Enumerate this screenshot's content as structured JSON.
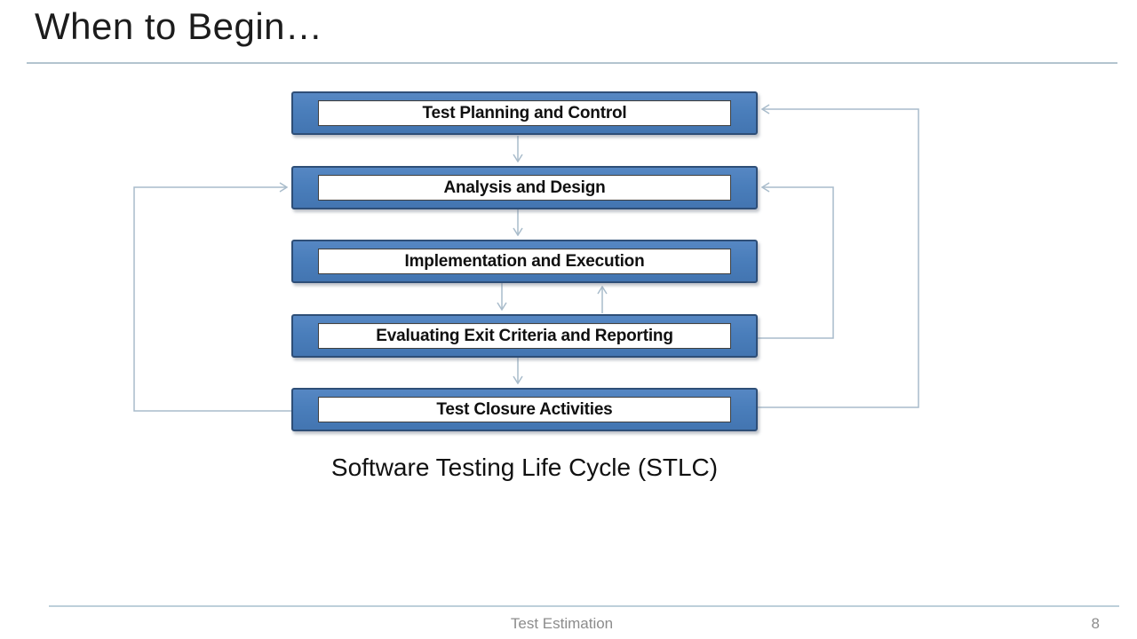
{
  "slide": {
    "title": "When to Begin…"
  },
  "flowchart": {
    "boxes": [
      {
        "label": "Test Planning and Control"
      },
      {
        "label": "Analysis and Design"
      },
      {
        "label": "Implementation and Execution"
      },
      {
        "label": "Evaluating Exit Criteria and Reporting"
      },
      {
        "label": "Test Closure Activities"
      }
    ],
    "caption": "Software Testing Life Cycle (STLC)",
    "connections": [
      "planning-down-to-analysis",
      "analysis-down-to-implementation",
      "implementation-down-to-evaluating",
      "evaluating-up-to-implementation",
      "evaluating-down-to-closure",
      "closure-left-loop-to-analysis",
      "evaluating-right-loop-to-analysis",
      "closure-right-loop-to-planning"
    ]
  },
  "footer": {
    "section_title": "Test Estimation",
    "page_number": "8"
  },
  "colors": {
    "box_fill": "#4a7ebb",
    "box_border": "#2e4e77",
    "inner_box_fill": "#ffffff",
    "inner_box_border": "#3f3f3f",
    "connector": "#a9bccb",
    "divider": "#b3c4cf",
    "footer_text": "#8c8c8c",
    "title_text": "#1c1c1c"
  }
}
